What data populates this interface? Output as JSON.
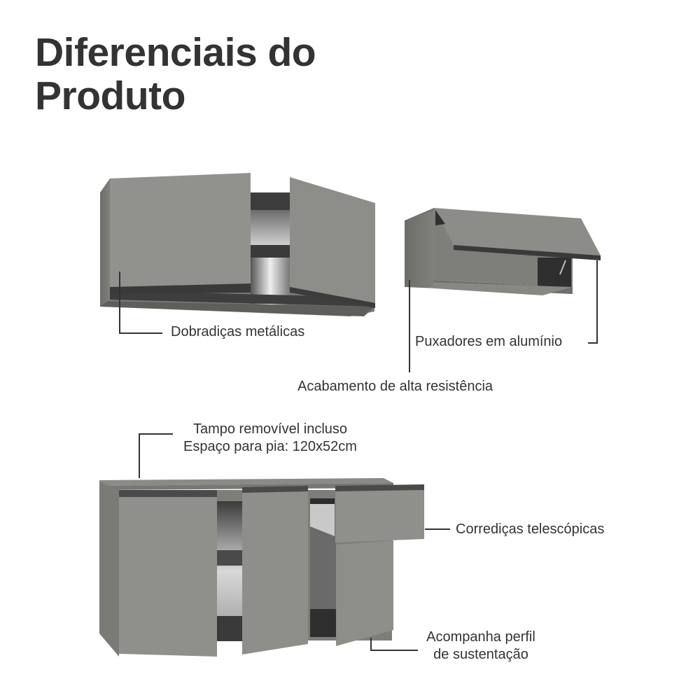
{
  "header": {
    "title_line1": "Diferenciais do",
    "title_line2": "Produto"
  },
  "features": {
    "hinges": "Dobradiças metálicas",
    "handles": "Puxadores em alumínio",
    "finish": "Acabamento de alta resistência",
    "top_line1": "Tampo removível incluso",
    "top_line2": "Espaço para pia: 120x52cm",
    "slides": "Corrediças telescópicas",
    "support_line1": "Acompanha perfil",
    "support_line2": "de sustentação"
  },
  "colors": {
    "text": "#333333",
    "panel": "#8f908b",
    "panel_dark": "#6e6f6b",
    "interior": "#3a3a3a",
    "background": "#ffffff"
  }
}
